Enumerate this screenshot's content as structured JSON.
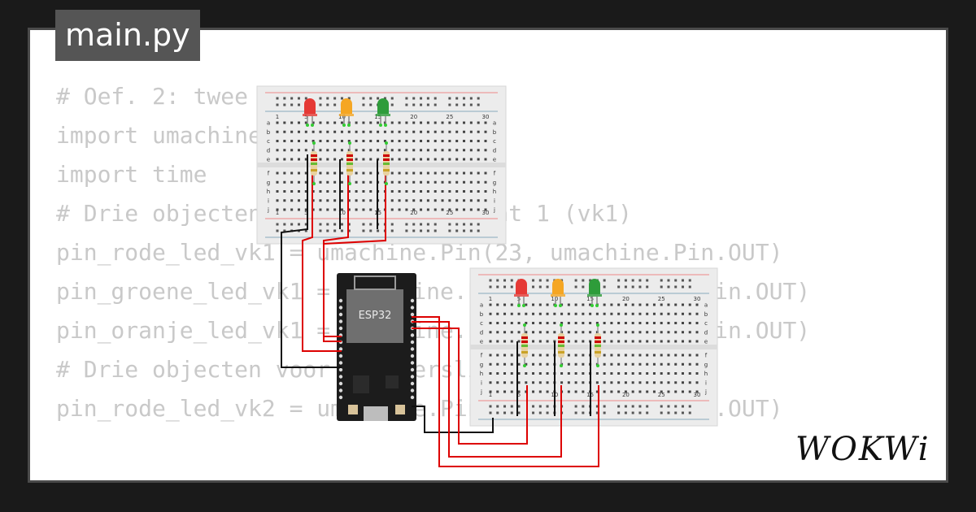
{
  "file_tab": {
    "label": "main.py"
  },
  "code_lines": [
    "# Oef. 2: twee verkeerslichten",
    "import umachine",
    "import time",
    "",
    "# Drie objecten voor verkeerslicht 1 (vk1)",
    "pin_rode_led_vk1 = umachine.Pin(23, umachine.Pin.OUT)",
    "pin_groene_led_vk1 = umachine.Pin(22, umachine.Pin.OUT)",
    "pin_oranje_led_vk1 = umachine.Pin(21, umachine.Pin.OUT)",
    "",
    "# Drie objecten voor verkeerslicht 2 (vk2)",
    "pin_rode_led_vk2 = umachine.Pin(27, umachine.Pin.OUT)"
  ],
  "board": {
    "label": "ESP32"
  },
  "breadboard": {
    "column_labels": [
      "1",
      "5",
      "10",
      "15",
      "20",
      "25",
      "30"
    ],
    "row_labels": [
      "a",
      "b",
      "c",
      "d",
      "e",
      "f",
      "g",
      "h",
      "i",
      "j"
    ]
  },
  "led_colors": {
    "red": "#e53935",
    "orange": "#f5a623",
    "green": "#2e9c3a"
  },
  "brand": {
    "text": "WOKWi"
  }
}
